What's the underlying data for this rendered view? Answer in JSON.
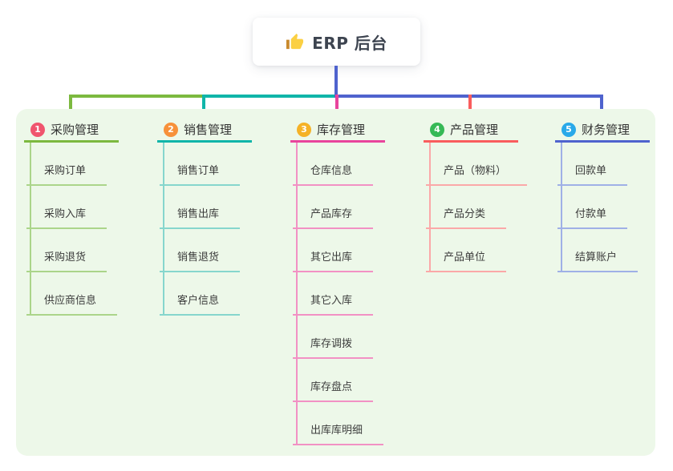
{
  "root": {
    "label": "ERP 后台",
    "icon": "thumbs-up-icon"
  },
  "colors": {
    "canvas_bg": "#ffffff",
    "panel_bg": "#edf8e9",
    "root_connector": "#4f63ce",
    "root_text": "#3d4450",
    "branch_text": "#333333",
    "child_text": "#3c3c3c",
    "thumb_sleeve": "#c98a2d",
    "thumb_hand": "#fbd043"
  },
  "branches": [
    {
      "badge": "1",
      "label": "采购管理",
      "badge_color": "#f0556e",
      "line_color": "#7cb93f",
      "child_line_color": "#abd58a",
      "children": [
        "采购订单",
        "采购入库",
        "采购退货",
        "供应商信息"
      ]
    },
    {
      "badge": "2",
      "label": "销售管理",
      "badge_color": "#f7913a",
      "line_color": "#10b5a9",
      "child_line_color": "#86d6cd",
      "children": [
        "销售订单",
        "销售出库",
        "销售退货",
        "客户信息"
      ]
    },
    {
      "badge": "3",
      "label": "库存管理",
      "badge_color": "#f5b226",
      "line_color": "#e8449c",
      "child_line_color": "#f291c4",
      "children": [
        "仓库信息",
        "产品库存",
        "其它出库",
        "其它入库",
        "库存调拨",
        "库存盘点",
        "出库库明细"
      ]
    },
    {
      "badge": "4",
      "label": "产品管理",
      "badge_color": "#36b956",
      "line_color": "#f95d5d",
      "child_line_color": "#fba8a8",
      "children": [
        "产品（物料）",
        "产品分类",
        "产品单位"
      ]
    },
    {
      "badge": "5",
      "label": "财务管理",
      "badge_color": "#29a9e9",
      "line_color": "#4f63ce",
      "child_line_color": "#9fb0e6",
      "children": [
        "回款单",
        "付款单",
        "结算账户"
      ]
    }
  ]
}
